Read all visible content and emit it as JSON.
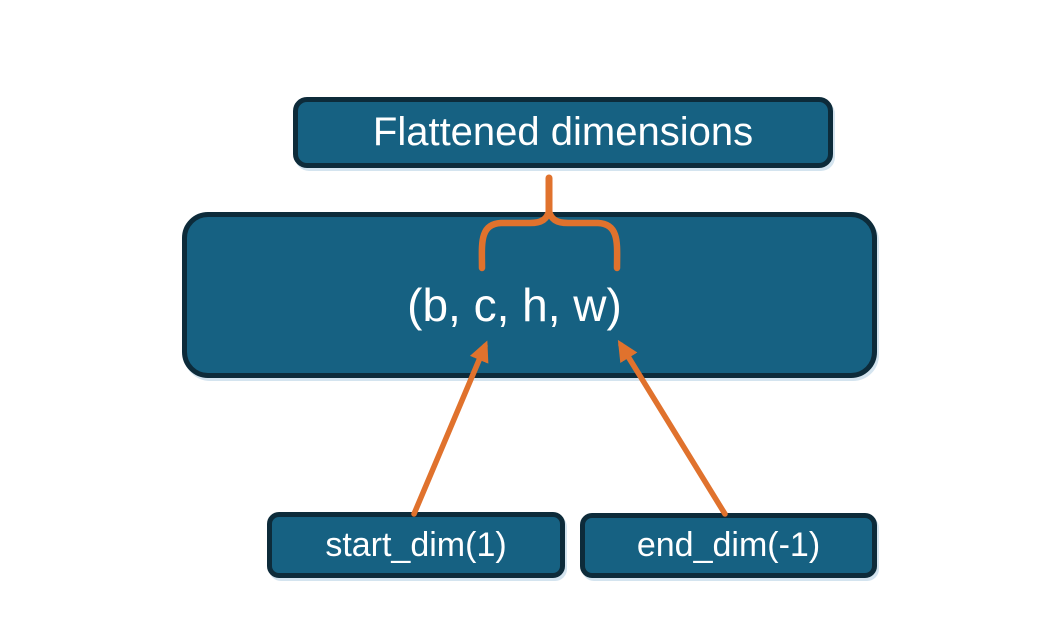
{
  "diagram": {
    "title_box": {
      "label": "Flattened dimensions"
    },
    "tensor_box": {
      "label": "(b, c, h, w)"
    },
    "param_boxes": [
      {
        "label": "start_dim(1)"
      },
      {
        "label": "end_dim(-1)"
      }
    ],
    "colors": {
      "box_fill": "#166182",
      "box_border": "#0d2b3a",
      "accent_orange": "#e0722d",
      "text": "#ffffff",
      "background": "#ffffff"
    }
  }
}
